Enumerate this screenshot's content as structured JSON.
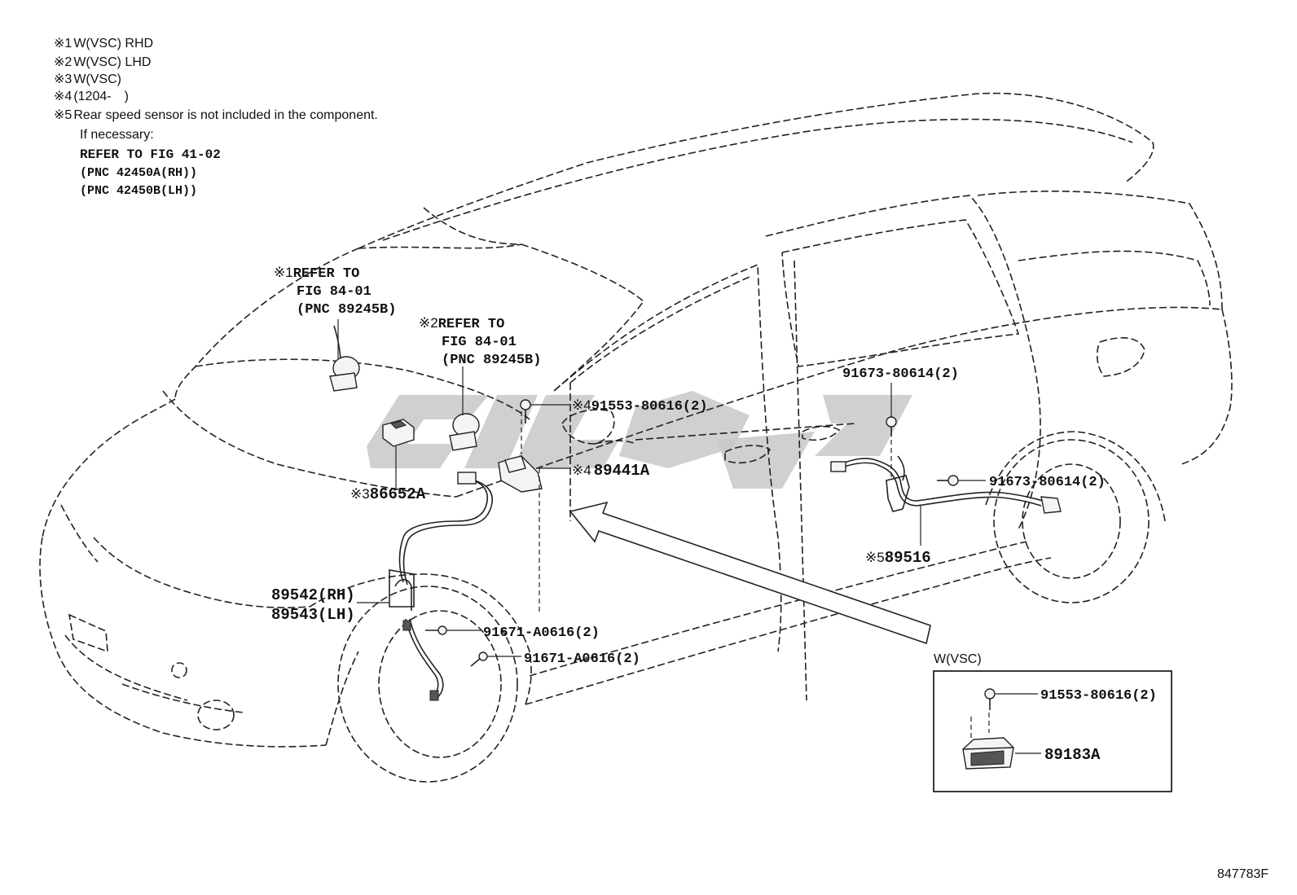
{
  "notes": [
    {
      "mark": "※1",
      "text": "W(VSC) RHD"
    },
    {
      "mark": "※2",
      "text": "W(VSC) LHD"
    },
    {
      "mark": "※3",
      "text": "W(VSC)"
    },
    {
      "mark": "※4",
      "text": "(1204-　)"
    },
    {
      "mark": "※5",
      "text": "Rear speed sensor is not included in the component."
    }
  ],
  "if_necessary": {
    "label": "If necessary:",
    "refer": "REFER TO FIG 41-02",
    "pnc_rh": "(PNC 42450A(RH))",
    "pnc_lh": "(PNC 42450B(LH))"
  },
  "refs": [
    {
      "mark": "※1",
      "line1": "REFER TO",
      "line2": "FIG 84-01",
      "line3": "(PNC 89245B)"
    },
    {
      "mark": "※2",
      "line1": "REFER TO",
      "line2": "FIG 84-01",
      "line3": "(PNC 89245B)"
    }
  ],
  "callouts": {
    "bolt_top": {
      "mark": "※4",
      "text": "91553-80616(2)"
    },
    "sensor_89441A": {
      "mark": "※4",
      "text": "89441A"
    },
    "part_86652A": {
      "mark": "※3",
      "text": "86652A"
    },
    "sensor_rh": "89542(RH)",
    "sensor_lh": "89543(LH)",
    "bolt_front1": "91671-A0616(2)",
    "bolt_front2": "91671-A0616(2)",
    "bolt_rear_top": "91673-80614(2)",
    "bolt_rear_side": "91673-80614(2)",
    "rear_sensor": {
      "mark": "※5",
      "text": "89516"
    }
  },
  "inset": {
    "title": "W(VSC)",
    "bolt": "91553-80616(2)",
    "part": "89183A"
  },
  "figure_id": "847783F"
}
